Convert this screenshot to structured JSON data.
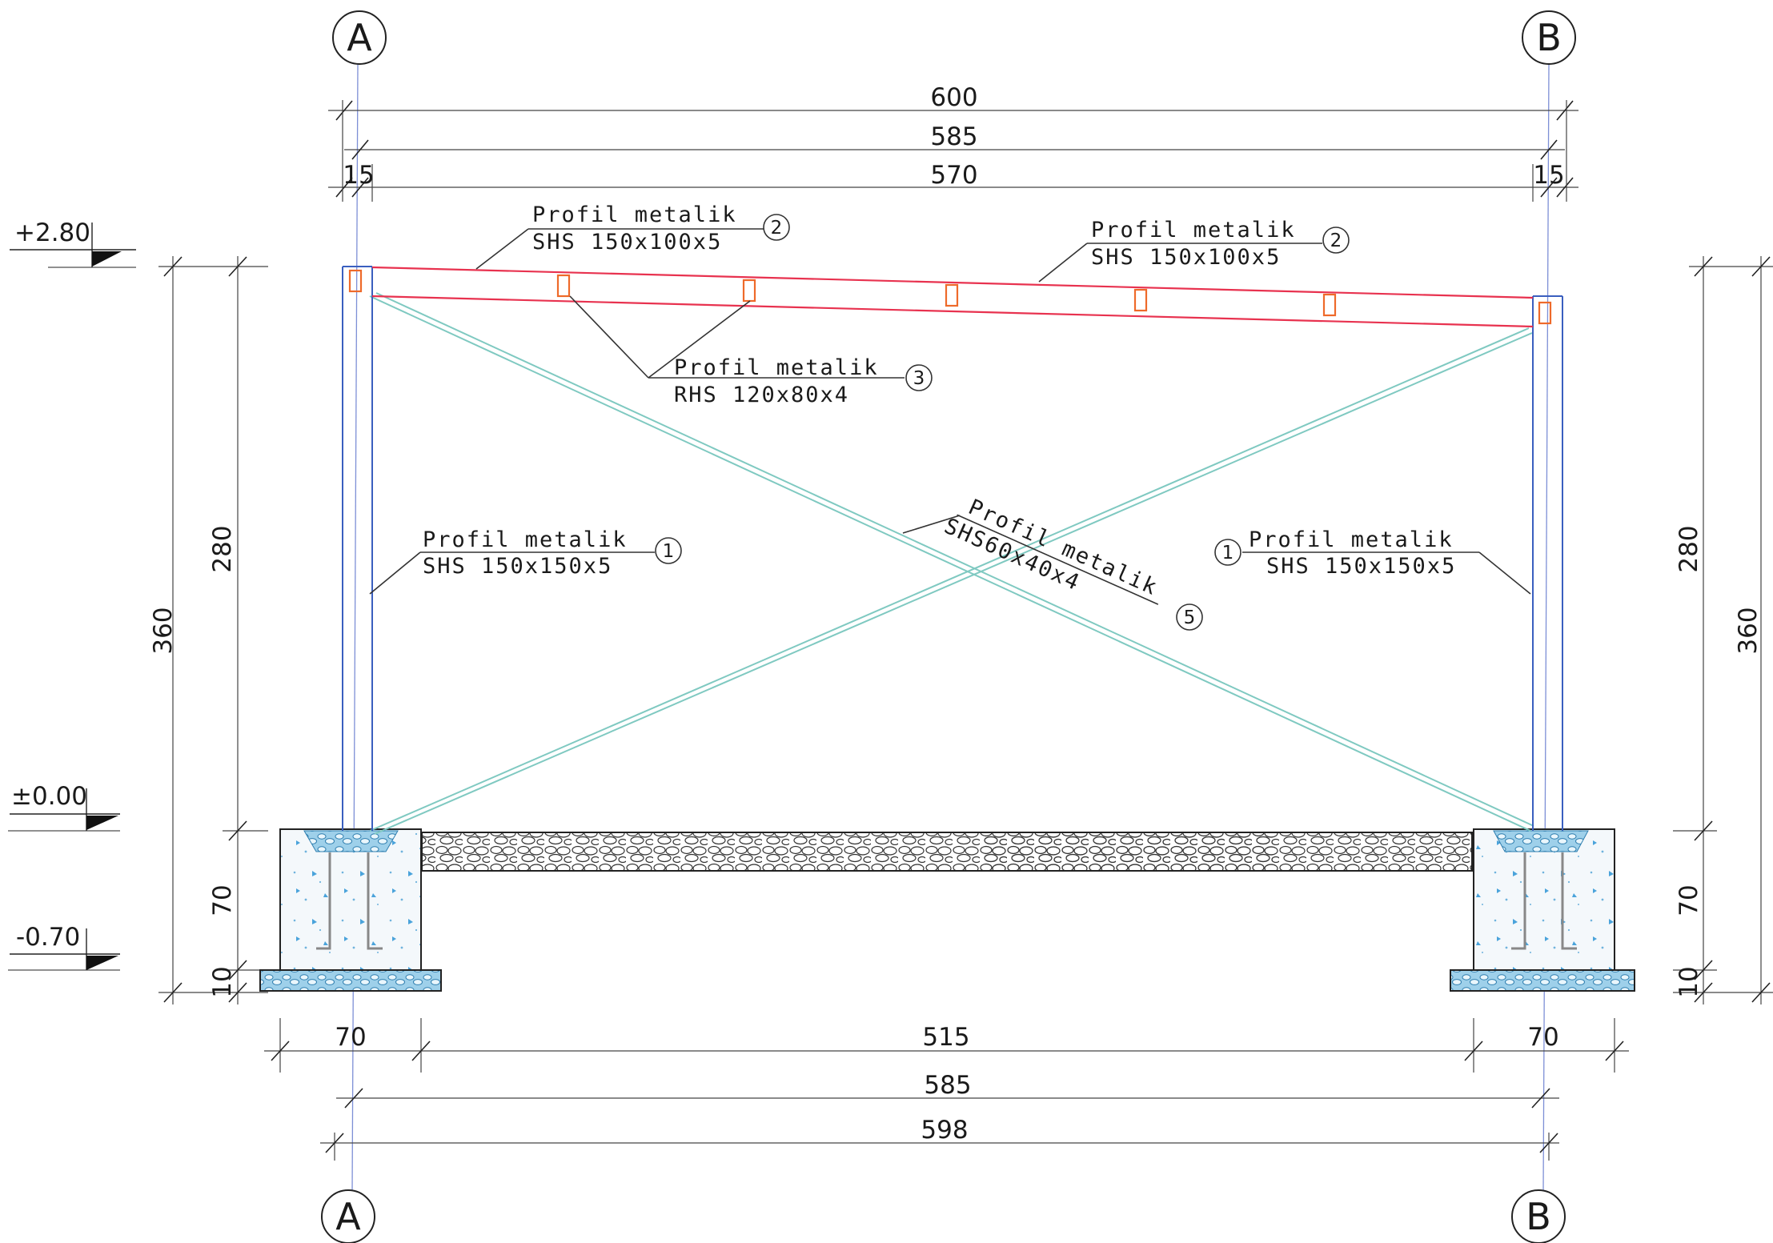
{
  "axes": {
    "left": "A",
    "right": "B"
  },
  "top_dims": {
    "overall": "600",
    "axis_to_axis": "585",
    "clear": "570",
    "left_off": "15",
    "right_off": "15"
  },
  "bottom_dims": {
    "left_found": "70",
    "clear": "515",
    "right_found": "70",
    "axis_to_axis": "585",
    "overall": "598"
  },
  "side_dims": {
    "total": "360",
    "column": "280",
    "footing": "70",
    "base": "10"
  },
  "levels": {
    "top": "+2.80",
    "zero": "±0.00",
    "bottom": "-0.70"
  },
  "labels": {
    "beam_left": {
      "title": "Profil metalik",
      "spec": "SHS 150x100x5",
      "num": "2"
    },
    "beam_right": {
      "title": "Profil metalik",
      "spec": "SHS 150x100x5",
      "num": "2"
    },
    "purlin": {
      "title": "Profil metalik",
      "spec": "RHS 120x80x4",
      "num": "3"
    },
    "col_left": {
      "title": "Profil metalik",
      "spec": "SHS 150x150x5",
      "num": "1"
    },
    "col_right": {
      "title": "Profil metalik",
      "spec": "SHS 150x150x5",
      "num": "1"
    },
    "brace": {
      "title": "Profil metalik",
      "spec": "SHS60x40x4",
      "num": "5"
    }
  },
  "colors": {
    "beam": "#e8324f",
    "purlin": "#ee6a2a",
    "column": "#3a5fbf",
    "brace": "#7fc9c1",
    "axis": "#7d8fd6",
    "concrete_fill": "#f4f8fb",
    "gravel_fill": "#9ed0ea"
  }
}
